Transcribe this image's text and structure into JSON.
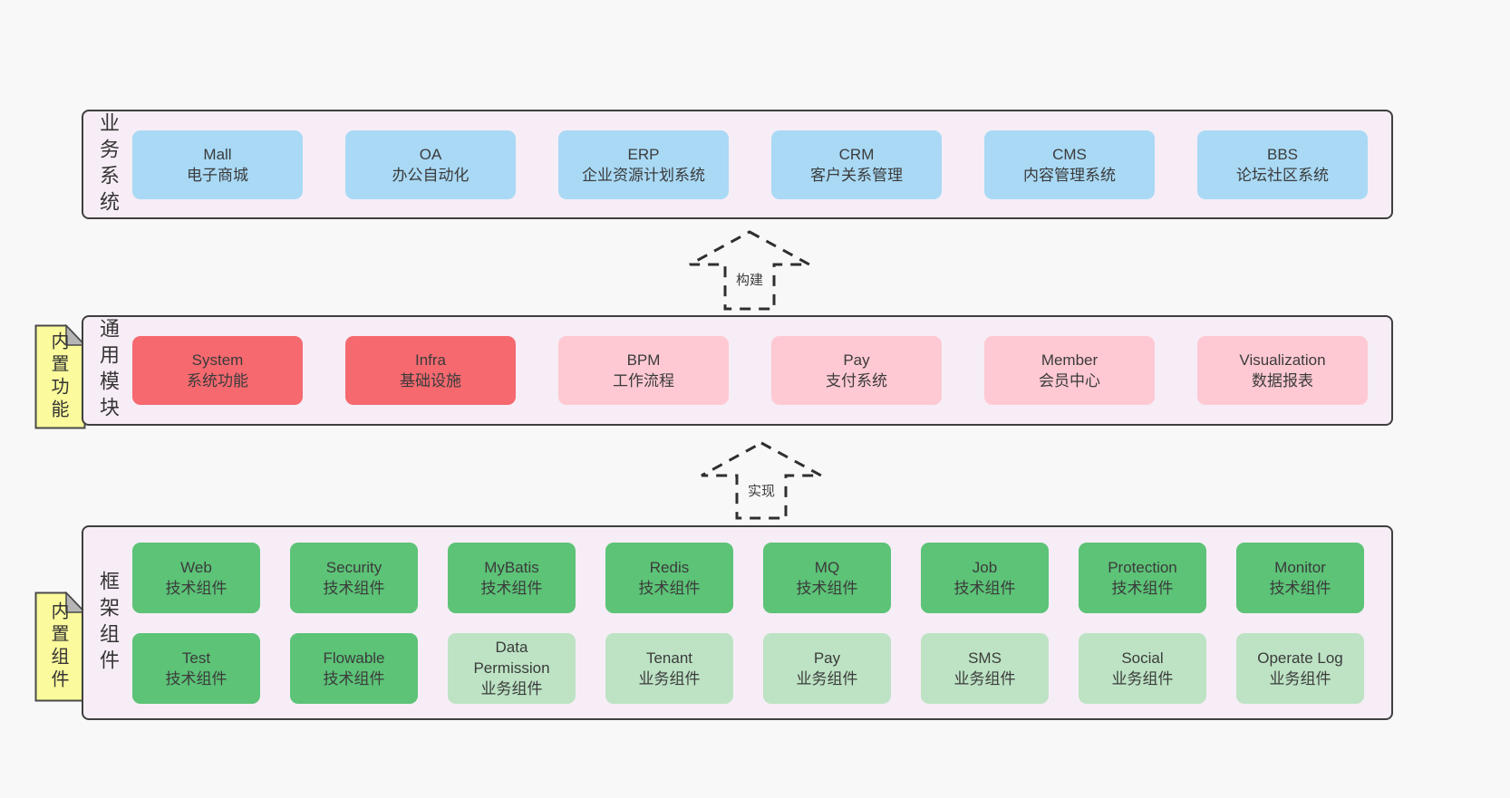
{
  "colors": {
    "page-bg": "#f8f8f8",
    "panel-bg": "#f7edf6",
    "panel-border": "#3f3f3f",
    "box-blue": "#a9d9f5",
    "box-red": "#f5696f",
    "box-pink": "#fec9d3",
    "box-green": "#5cc377",
    "box-lightgreen": "#bde3c4",
    "sticky-yellow": "#fbfa9c",
    "sticky-fold": "#b5b5b5",
    "text": "#3b3b3b"
  },
  "arrows": [
    {
      "label": "构建"
    },
    {
      "label": "实现"
    }
  ],
  "stickies": [
    {
      "label": "内置功能"
    },
    {
      "label": "内置组件"
    }
  ],
  "layers": {
    "business": {
      "label": "业务系统",
      "boxes": [
        {
          "title": "Mall",
          "subtitle": "电子商城"
        },
        {
          "title": "OA",
          "subtitle": "办公自动化"
        },
        {
          "title": "ERP",
          "subtitle": "企业资源计划系统"
        },
        {
          "title": "CRM",
          "subtitle": "客户关系管理"
        },
        {
          "title": "CMS",
          "subtitle": "内容管理系统"
        },
        {
          "title": "BBS",
          "subtitle": "论坛社区系统"
        }
      ]
    },
    "modules": {
      "label": "通用模块",
      "boxes": [
        {
          "title": "System",
          "subtitle": "系统功能"
        },
        {
          "title": "Infra",
          "subtitle": "基础设施"
        },
        {
          "title": "BPM",
          "subtitle": "工作流程"
        },
        {
          "title": "Pay",
          "subtitle": "支付系统"
        },
        {
          "title": "Member",
          "subtitle": "会员中心"
        },
        {
          "title": "Visualization",
          "subtitle": "数据报表"
        }
      ]
    },
    "components": {
      "label": "框架组件",
      "row1": [
        {
          "title": "Web",
          "subtitle": "技术组件"
        },
        {
          "title": "Security",
          "subtitle": "技术组件"
        },
        {
          "title": "MyBatis",
          "subtitle": "技术组件"
        },
        {
          "title": "Redis",
          "subtitle": "技术组件"
        },
        {
          "title": "MQ",
          "subtitle": "技术组件"
        },
        {
          "title": "Job",
          "subtitle": "技术组件"
        },
        {
          "title": "Protection",
          "subtitle": "技术组件"
        },
        {
          "title": "Monitor",
          "subtitle": "技术组件"
        }
      ],
      "row2": [
        {
          "title": "Test",
          "subtitle": "技术组件"
        },
        {
          "title": "Flowable",
          "subtitle": "技术组件"
        },
        {
          "title": "Data Permission",
          "subtitle": "业务组件"
        },
        {
          "title": "Tenant",
          "subtitle": "业务组件"
        },
        {
          "title": "Pay",
          "subtitle": "业务组件"
        },
        {
          "title": "SMS",
          "subtitle": "业务组件"
        },
        {
          "title": "Social",
          "subtitle": "业务组件"
        },
        {
          "title": "Operate Log",
          "subtitle": "业务组件"
        }
      ]
    }
  }
}
